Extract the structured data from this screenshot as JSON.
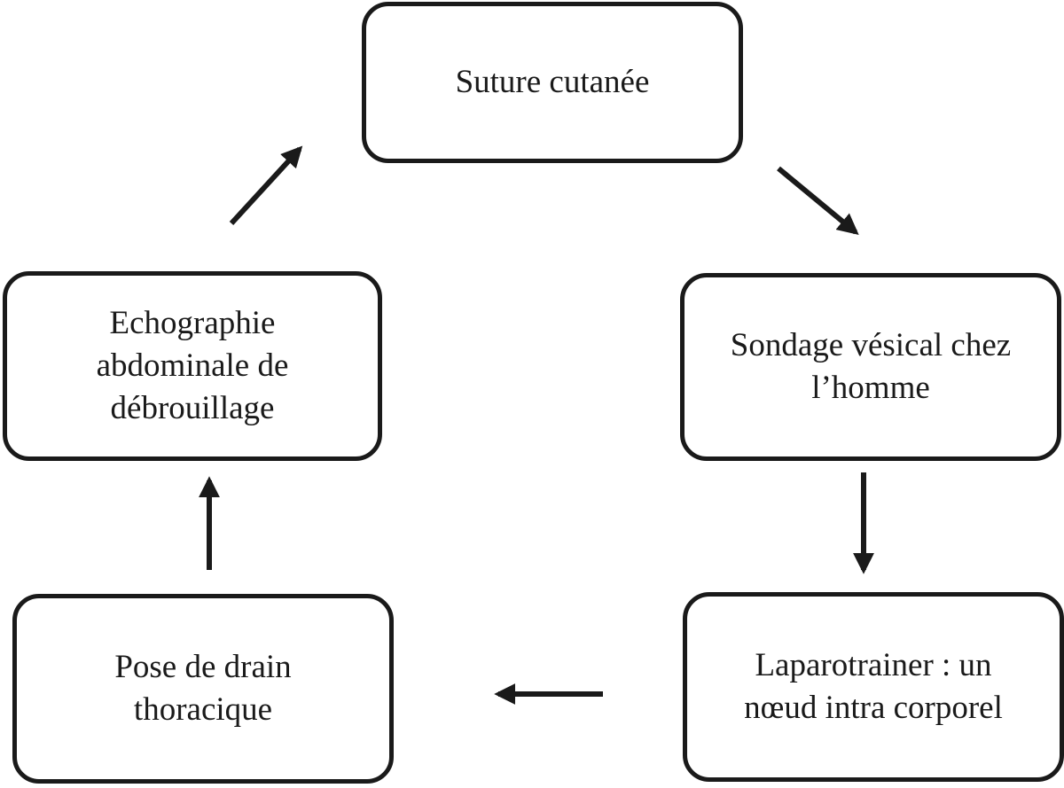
{
  "diagram": {
    "nodes": [
      {
        "id": "suture",
        "label": "Suture cutanée"
      },
      {
        "id": "sondage",
        "label": "Sondage vésical chez l’homme"
      },
      {
        "id": "laparo",
        "label": "Laparotrainer : un nœud intra corporel"
      },
      {
        "id": "pose",
        "label": "Pose de drain thoracique"
      },
      {
        "id": "echo",
        "label": "Echographie abdominale de débrouillage"
      }
    ],
    "edges": [
      {
        "from": "suture",
        "to": "sondage"
      },
      {
        "from": "sondage",
        "to": "laparo"
      },
      {
        "from": "laparo",
        "to": "pose"
      },
      {
        "from": "pose",
        "to": "echo"
      },
      {
        "from": "echo",
        "to": "suture"
      }
    ],
    "colors": {
      "stroke": "#1a1a1a",
      "background": "#ffffff"
    }
  }
}
